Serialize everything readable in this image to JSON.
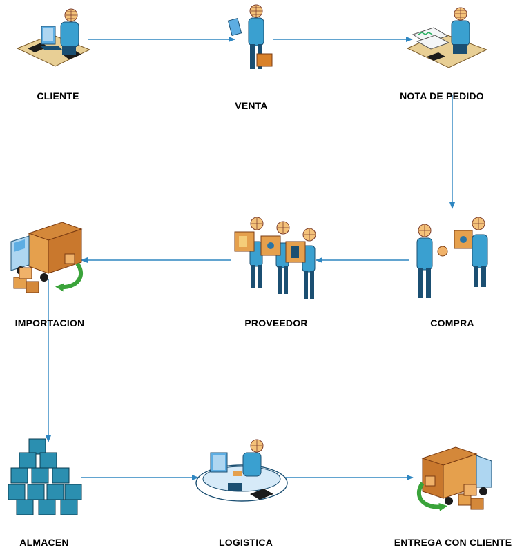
{
  "nodes": [
    {
      "id": "cliente",
      "label": "CLIENTE",
      "icon": "person-at-computer-icon"
    },
    {
      "id": "venta",
      "label": "VENTA",
      "icon": "salesperson-with-briefcase-icon"
    },
    {
      "id": "nota-de-pedido",
      "label": "NOTA DE PEDIDO",
      "icon": "person-at-desk-with-documents-icon"
    },
    {
      "id": "compra",
      "label": "COMPRA",
      "icon": "handshake-exchange-icon"
    },
    {
      "id": "proveedor",
      "label": "PROVEEDOR",
      "icon": "workers-carrying-boxes-icon"
    },
    {
      "id": "importacion",
      "label": "IMPORTACION",
      "icon": "delivery-truck-icon"
    },
    {
      "id": "almacen",
      "label": "ALMACEN",
      "icon": "stacked-crates-icon"
    },
    {
      "id": "logistica",
      "label": "LOGISTICA",
      "icon": "operator-at-console-icon"
    },
    {
      "id": "entrega-con-cliente",
      "label": "ENTREGA CON CLIENTE",
      "icon": "delivery-truck-icon"
    }
  ],
  "edges": [
    [
      "cliente",
      "venta"
    ],
    [
      "venta",
      "nota-de-pedido"
    ],
    [
      "nota-de-pedido",
      "compra"
    ],
    [
      "compra",
      "proveedor"
    ],
    [
      "proveedor",
      "importacion"
    ],
    [
      "importacion",
      "almacen"
    ],
    [
      "almacen",
      "logistica"
    ],
    [
      "logistica",
      "entrega-con-cliente"
    ]
  ],
  "colors": {
    "arrow": "#2e86c1",
    "figure": "#3aa0d0",
    "figure_dark": "#1b4f72",
    "box": "#e5a04d",
    "crate": "#2b8fb0",
    "green_arrow": "#3aa33a",
    "floor": "#e8cf95"
  }
}
